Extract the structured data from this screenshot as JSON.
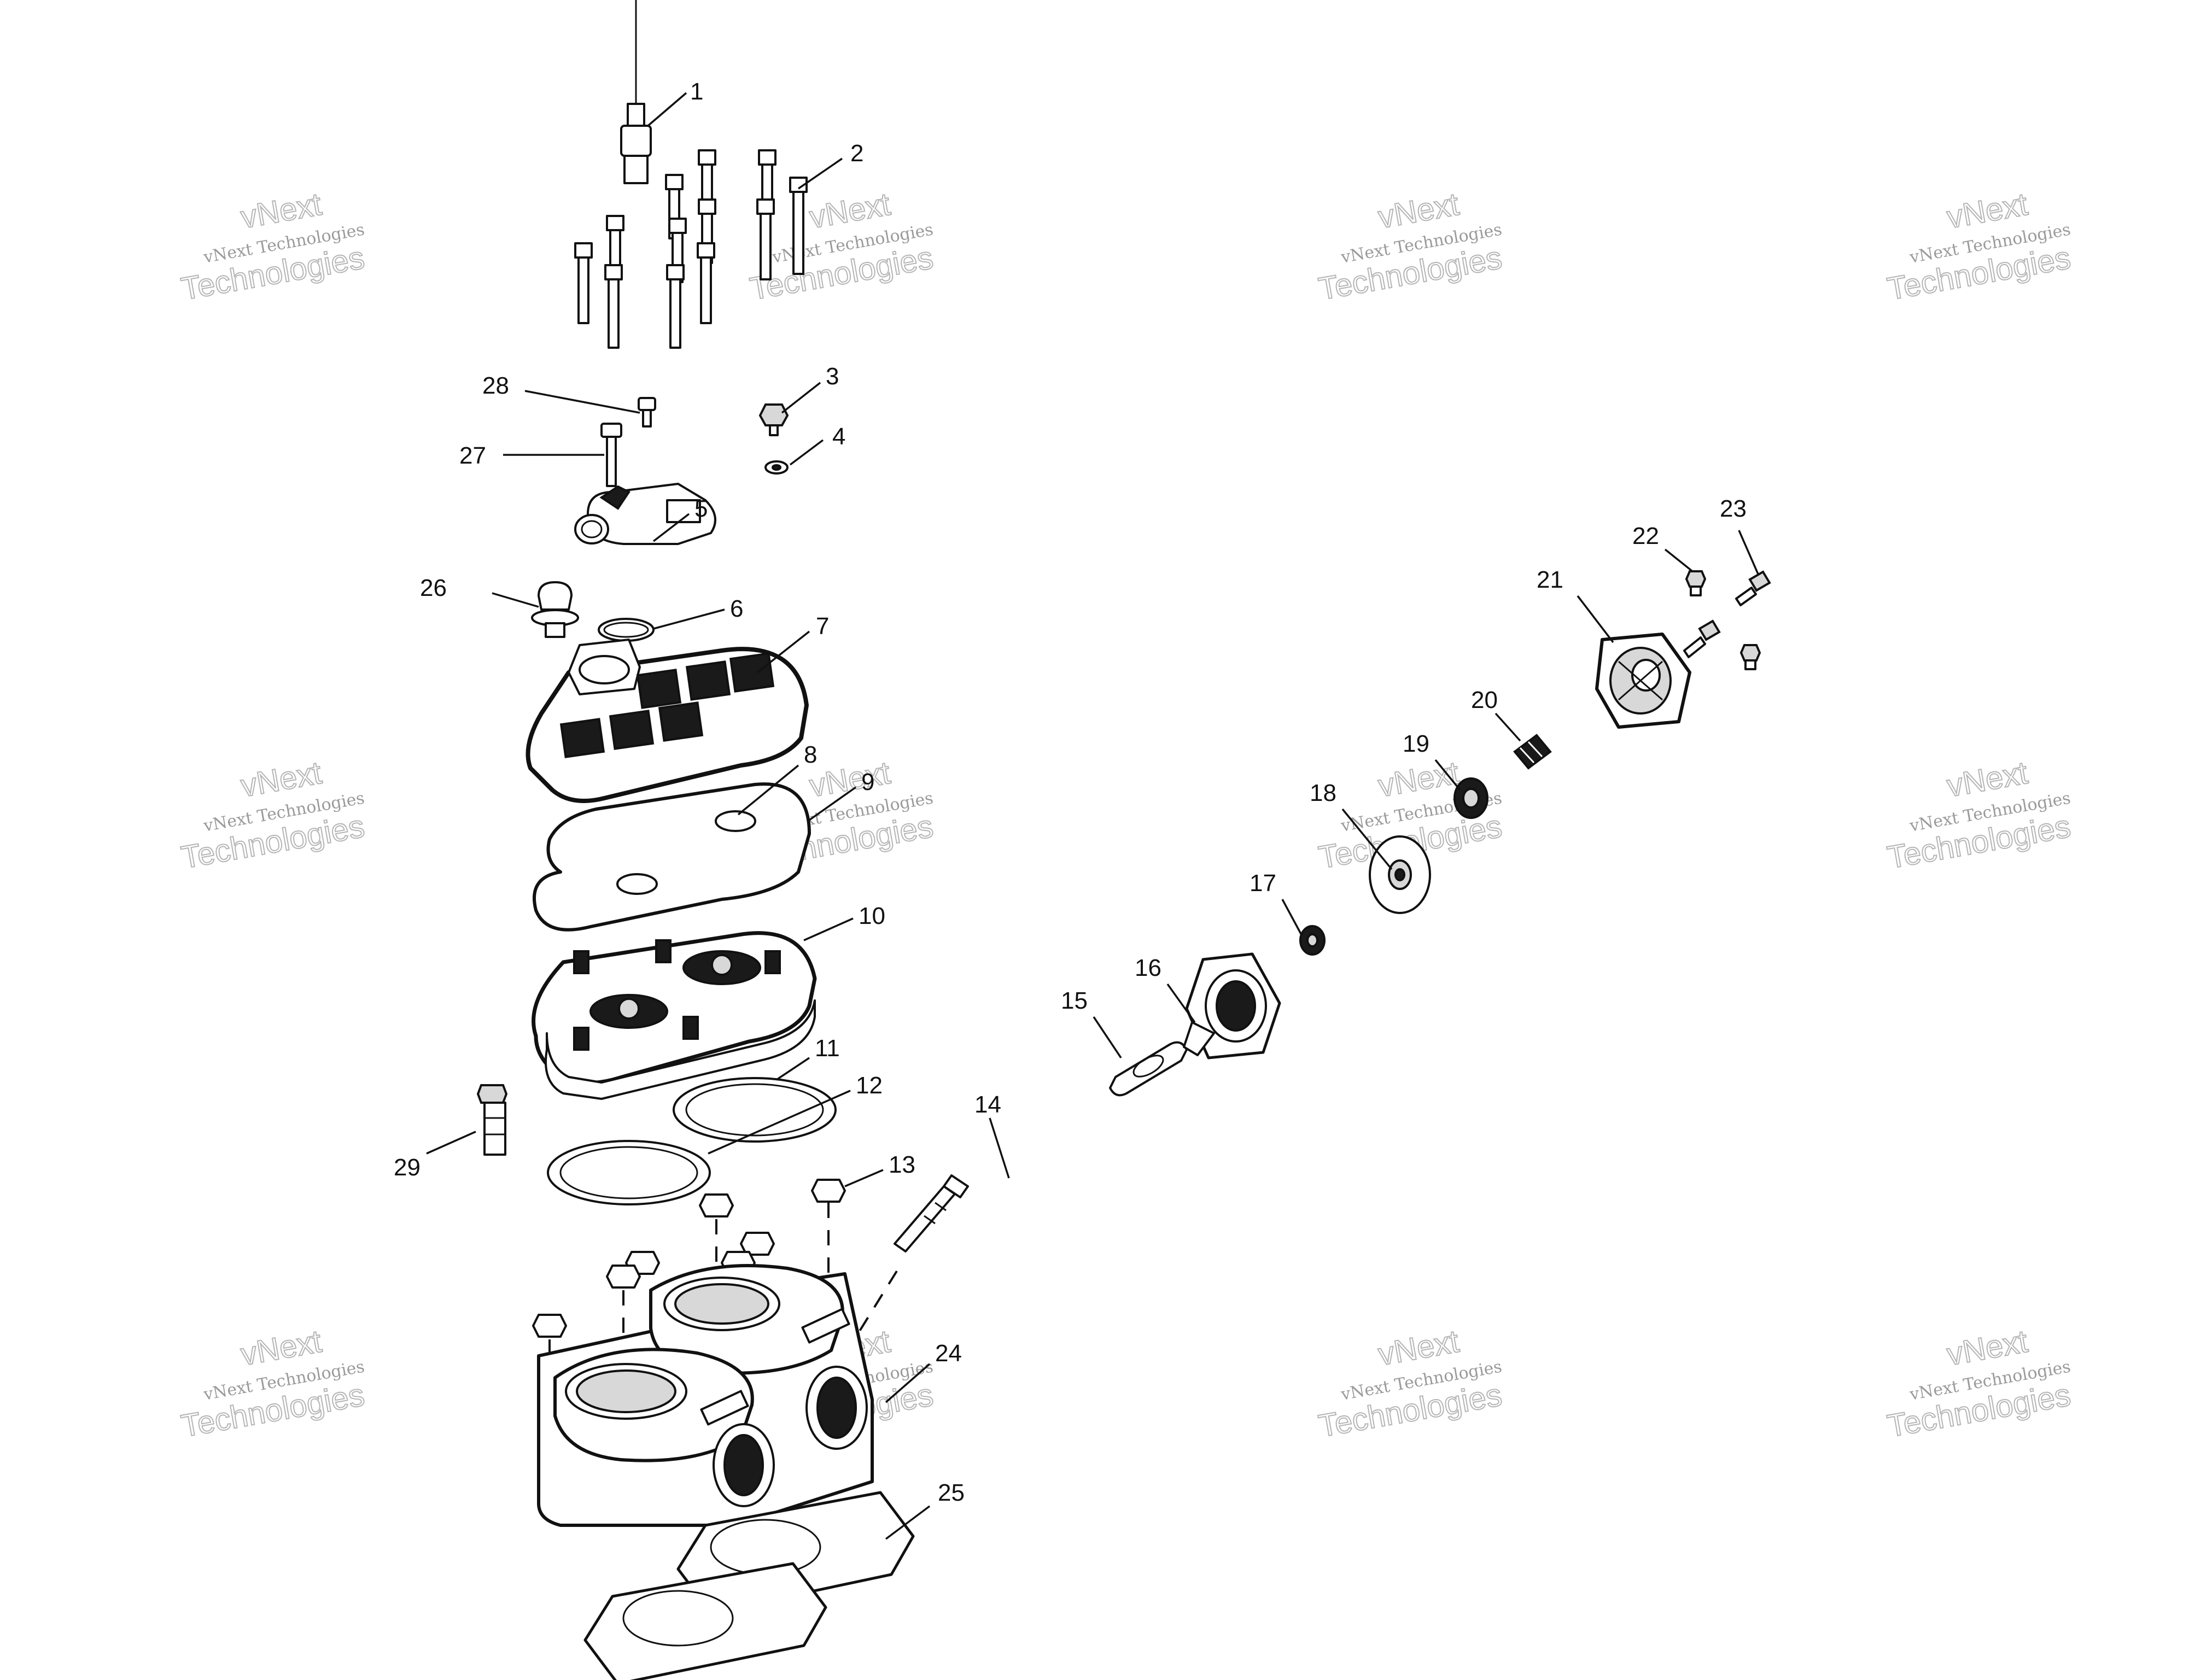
{
  "callouts": [
    "1",
    "2",
    "3",
    "4",
    "5",
    "6",
    "7",
    "8",
    "9",
    "10",
    "11",
    "12",
    "13",
    "14",
    "15",
    "16",
    "17",
    "18",
    "19",
    "20",
    "21",
    "22",
    "23",
    "24",
    "25",
    "26",
    "27",
    "28",
    "29"
  ],
  "watermark": {
    "small": "vNext Technologies",
    "large_top": "vNext",
    "large_bottom": "Technologies"
  }
}
